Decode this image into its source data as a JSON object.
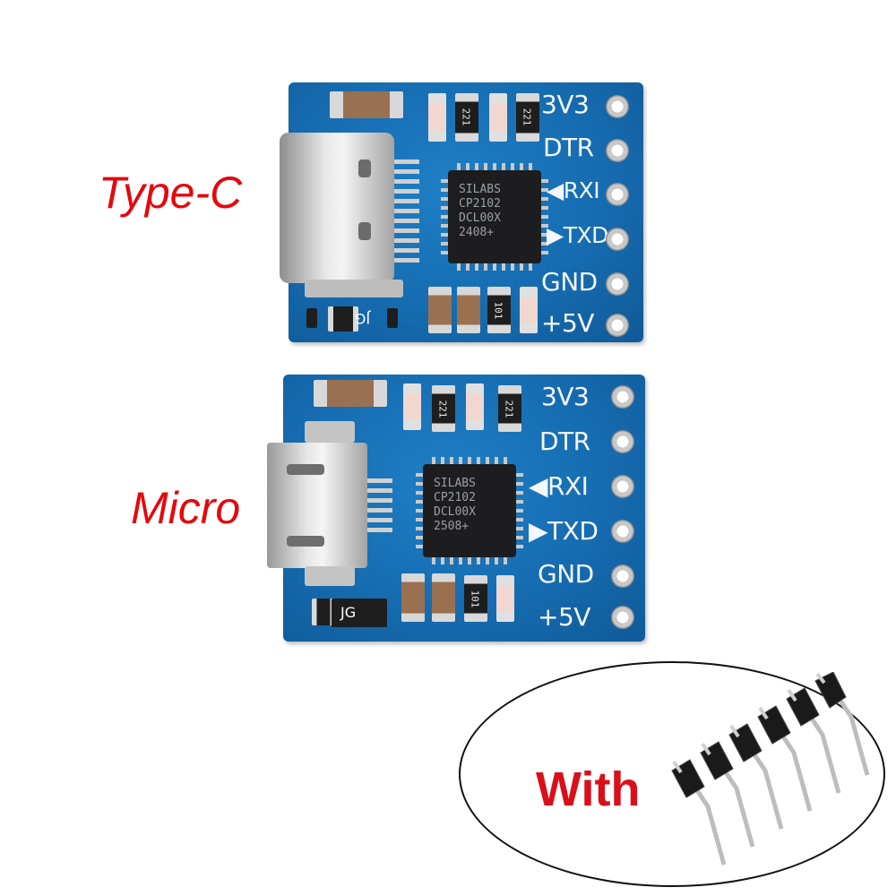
{
  "labels": {
    "typec": "Type-C",
    "micro": "Micro",
    "with": "With"
  },
  "board_top": {
    "pins": [
      "3V3",
      "DTR",
      "◀RXI",
      "▶TXD",
      "GND",
      "+5V"
    ],
    "chip_text": "SILABS\nCP2102\nDCL00X\n2408+",
    "resistor_marks": [
      "221",
      "221",
      "101"
    ],
    "silk": "JG"
  },
  "board_bottom": {
    "pins": [
      "3V3",
      "DTR",
      "◀RXI",
      "▶TXD",
      "GND",
      "+5V"
    ],
    "chip_text": "SILABS\nCP2102\nDCL00X\n2508+",
    "resistor_marks": [
      "221",
      "221",
      "101"
    ],
    "silk": "JG"
  },
  "colors": {
    "label_red": "#e3090e",
    "pcb_blue": "#166cb0",
    "silk_white": "#f3f6fb"
  }
}
